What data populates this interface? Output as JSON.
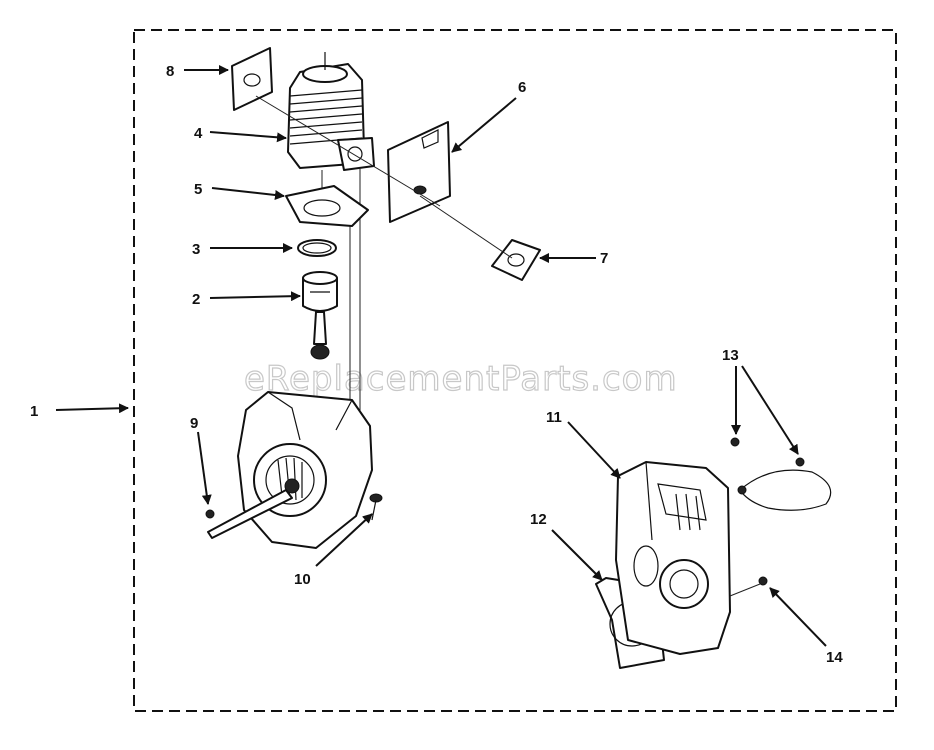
{
  "watermark": "eReplacementParts.com",
  "callouts": {
    "c1": "1",
    "c2": "2",
    "c3": "3",
    "c4": "4",
    "c5": "5",
    "c6": "6",
    "c7": "7",
    "c8": "8",
    "c9": "9",
    "c10": "10",
    "c11": "11",
    "c12": "12",
    "c13": "13",
    "c14": "14"
  },
  "parts": {
    "p1": "engine-assembly",
    "p2": "piston",
    "p3": "piston-ring",
    "p4": "cylinder",
    "p5": "cylinder-gasket",
    "p6": "heat-shield",
    "p7": "intake-gasket",
    "p8": "muffler-plate",
    "p9": "screw",
    "p10": "screw",
    "p11": "crankcase-cover",
    "p12": "gasket",
    "p13": "screw-and-wire",
    "p14": "screw"
  }
}
